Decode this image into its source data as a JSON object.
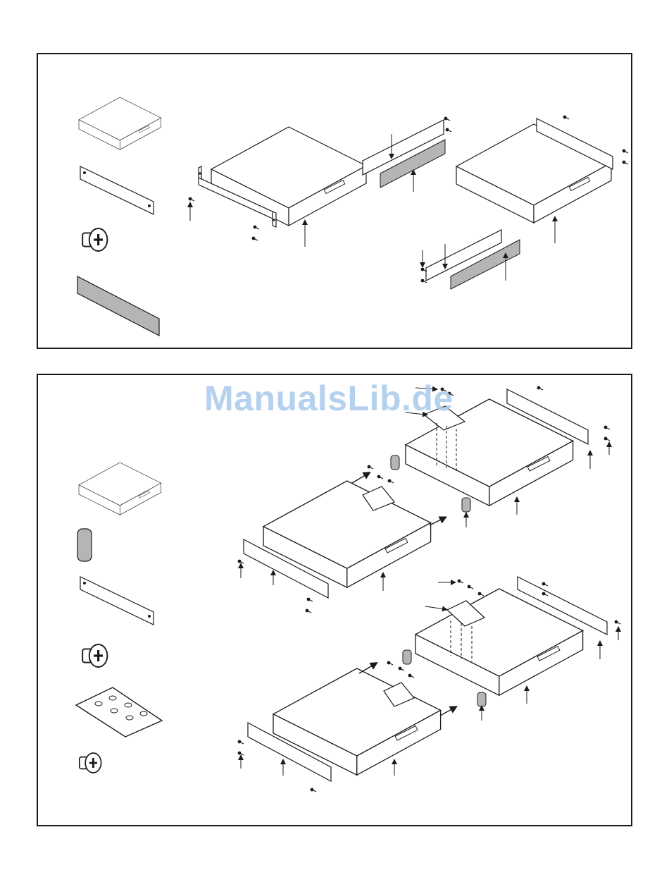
{
  "watermark": {
    "text": "ManualsLib.de"
  },
  "colors": {
    "line": "#1a1a1a",
    "fill": "#ffffff",
    "pad": "#b5b5b5",
    "watermark": "#a9c9ec"
  },
  "top_panel": {
    "parts": [
      "device-unit",
      "rack-ear",
      "screw",
      "blank-strip"
    ]
  },
  "bottom_panel": {
    "parts": [
      "device-unit",
      "foot-pad",
      "rack-ear",
      "screw",
      "joining-plate",
      "countersunk-screw"
    ]
  }
}
